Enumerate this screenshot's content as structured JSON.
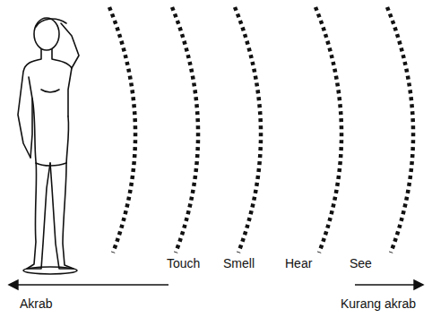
{
  "diagram": {
    "labels": [
      "Touch",
      "Smell",
      "Hear",
      "See",
      "Akrab",
      "Kurang akrab"
    ]
  }
}
